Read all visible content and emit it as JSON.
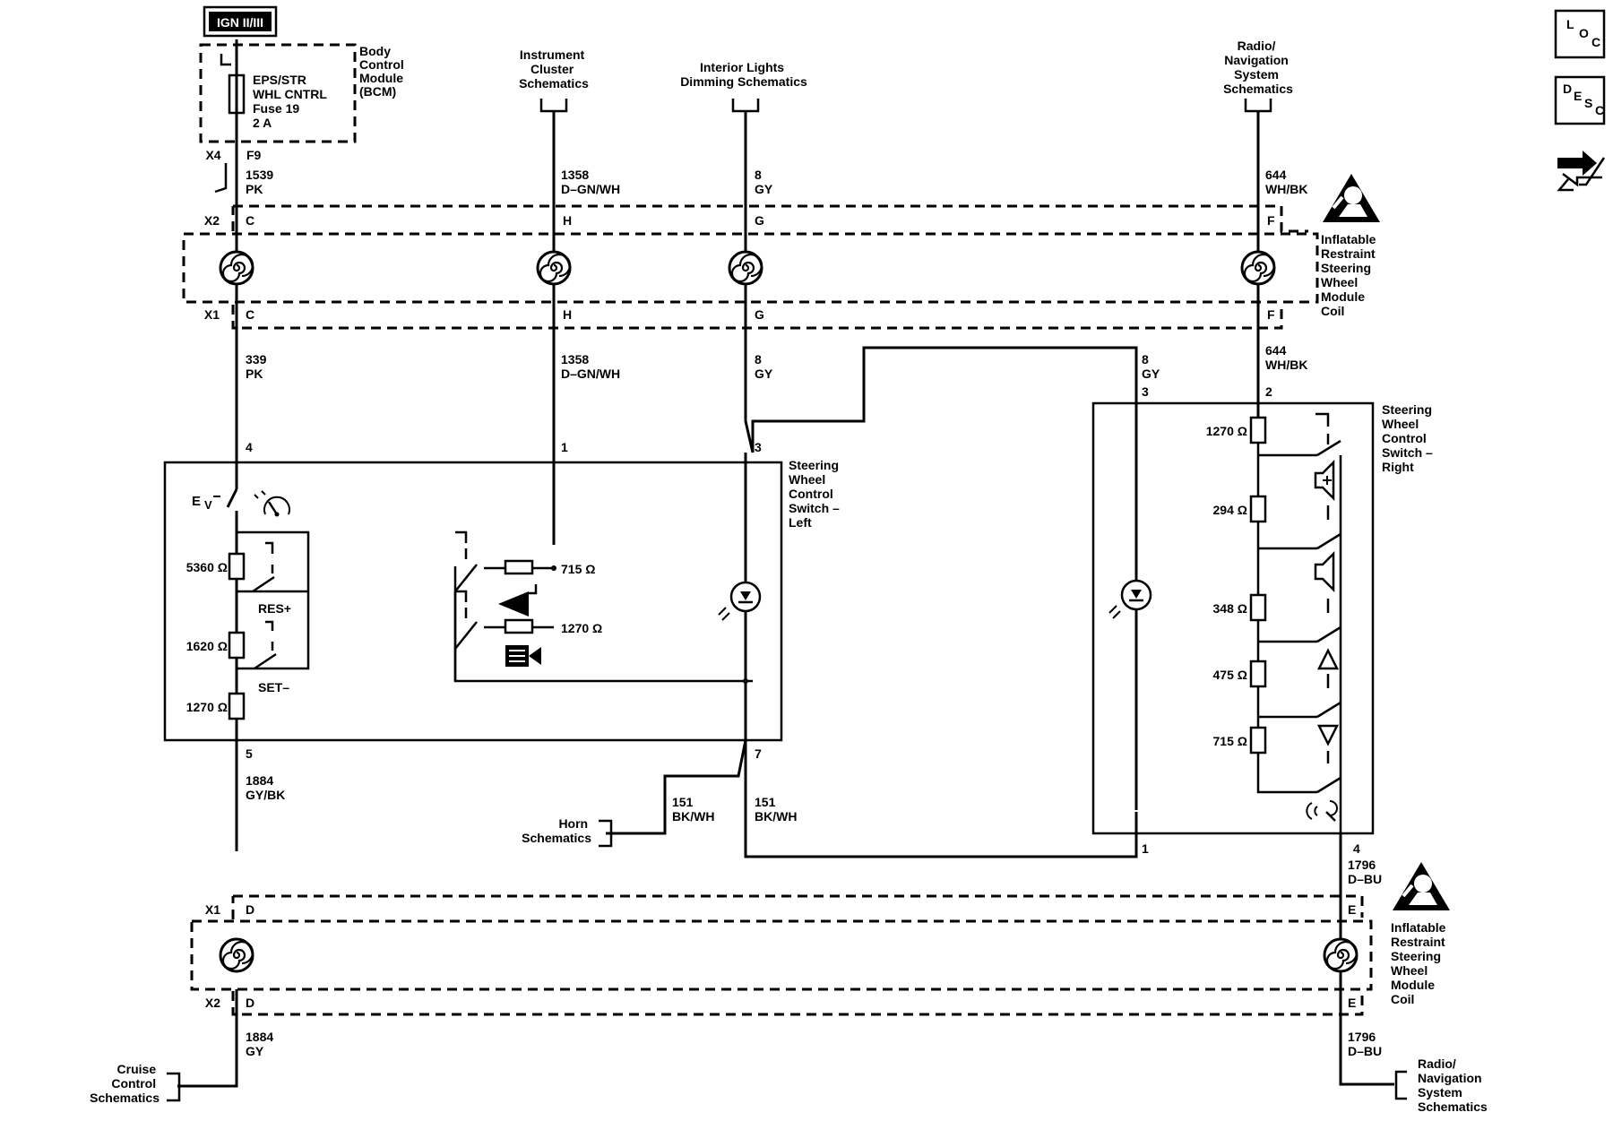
{
  "ign_label": "IGN II/III",
  "bcm": {
    "label_lines": [
      "Body",
      "Control",
      "Module",
      "(BCM)"
    ],
    "fuse_lines": [
      "EPS/STR",
      "WHL CNTRL",
      "Fuse 19",
      "2 A"
    ],
    "connector": "X4",
    "pin": "F9"
  },
  "refs": {
    "instrument_cluster": [
      "Instrument",
      "Cluster",
      "Schematics"
    ],
    "interior_lights": [
      "Interior Lights",
      "Dimming Schematics"
    ],
    "radio_top": [
      "Radio/",
      "Navigation",
      "System",
      "Schematics"
    ],
    "horn": [
      "Horn",
      "Schematics"
    ],
    "cruise": [
      "Cruise",
      "Control",
      "Schematics"
    ],
    "radio_bottom": [
      "Radio/",
      "Navigation",
      "System",
      "Schematics"
    ]
  },
  "wires": {
    "bcm_out": [
      "1539",
      "PK"
    ],
    "ic_top": [
      "1358",
      "D–GN/WH"
    ],
    "gy_top": [
      "8",
      "GY"
    ],
    "wh_top": [
      "644",
      "WH/BK"
    ],
    "pk_mid": [
      "339",
      "PK"
    ],
    "ic_mid": [
      "1358",
      "D–GN/WH"
    ],
    "gy_mid": [
      "8",
      "GY"
    ],
    "gy_right": [
      "8",
      "GY"
    ],
    "wh_mid": [
      "644",
      "WH/BK"
    ],
    "cruise_mid": [
      "1884",
      "GY/BK"
    ],
    "horn_left": [
      "151",
      "BK/WH"
    ],
    "horn_right": [
      "151",
      "BK/WH"
    ],
    "dbu_mid": [
      "1796",
      "D–BU"
    ],
    "cruise_bot": [
      "1884",
      "GY"
    ],
    "dbu_bot": [
      "1796",
      "D–BU"
    ]
  },
  "coil_top": {
    "x2": "X2",
    "x1": "X1",
    "pins": [
      "C",
      "H",
      "G",
      "F"
    ],
    "label_lines": [
      "Inflatable",
      "Restraint",
      "Steering",
      "Wheel",
      "Module",
      "Coil"
    ]
  },
  "coil_bottom": {
    "x1": "X1",
    "x2": "X2",
    "pins": [
      "D",
      "E"
    ],
    "label_lines": [
      "Inflatable",
      "Restraint",
      "Steering",
      "Wheel",
      "Module",
      "Coil"
    ]
  },
  "left_switch": {
    "label_lines": [
      "Steering",
      "Wheel",
      "Control",
      "Switch –",
      "Left"
    ],
    "pins": {
      "p4": "4",
      "p1": "1",
      "p3": "3",
      "p5": "5",
      "p7": "7"
    },
    "ev": "E",
    "ev_sub": "V",
    "res": "RES+",
    "set": "SET–",
    "r1": "5360 Ω",
    "r2": "1620 Ω",
    "r3": "1270 Ω",
    "r4": "715 Ω",
    "r5": "1270 Ω"
  },
  "right_switch": {
    "label_lines": [
      "Steering",
      "Wheel",
      "Control",
      "Switch –",
      "Right"
    ],
    "pins": {
      "p3": "3",
      "p2": "2",
      "p1": "1",
      "p4": "4"
    },
    "r1": "1270 Ω",
    "r2": "294 Ω",
    "r3": "348 Ω",
    "r4": "475 Ω",
    "r5": "715 Ω"
  },
  "corner_icons": {
    "loc": [
      "L",
      "O",
      "C"
    ],
    "desc": [
      "D",
      "E",
      "S",
      "C"
    ]
  }
}
